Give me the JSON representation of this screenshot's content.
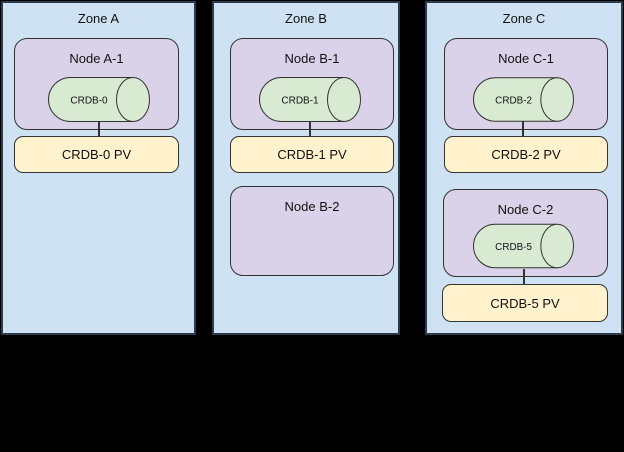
{
  "colors": {
    "background": "#000000",
    "zone_fill": "#cfe2f3",
    "zone_stroke": "#2d3a4a",
    "node_fill": "#d9d2e9",
    "db_fill": "#d9ead3",
    "pv_fill": "#fff2cc",
    "stroke": "#333333"
  },
  "zones": [
    {
      "label": "Zone A",
      "nodes": [
        {
          "label": "Node A-1",
          "db": "CRDB-0",
          "pv": "CRDB-0 PV"
        }
      ]
    },
    {
      "label": "Zone B",
      "nodes": [
        {
          "label": "Node B-1",
          "db": "CRDB-1",
          "pv": "CRDB-1 PV"
        },
        {
          "label": "Node B-2"
        }
      ]
    },
    {
      "label": "Zone C",
      "nodes": [
        {
          "label": "Node C-1",
          "db": "CRDB-2",
          "pv": "CRDB-2 PV"
        },
        {
          "label": "Node C-2",
          "db": "CRDB-5",
          "pv": "CRDB-5 PV"
        }
      ]
    }
  ]
}
